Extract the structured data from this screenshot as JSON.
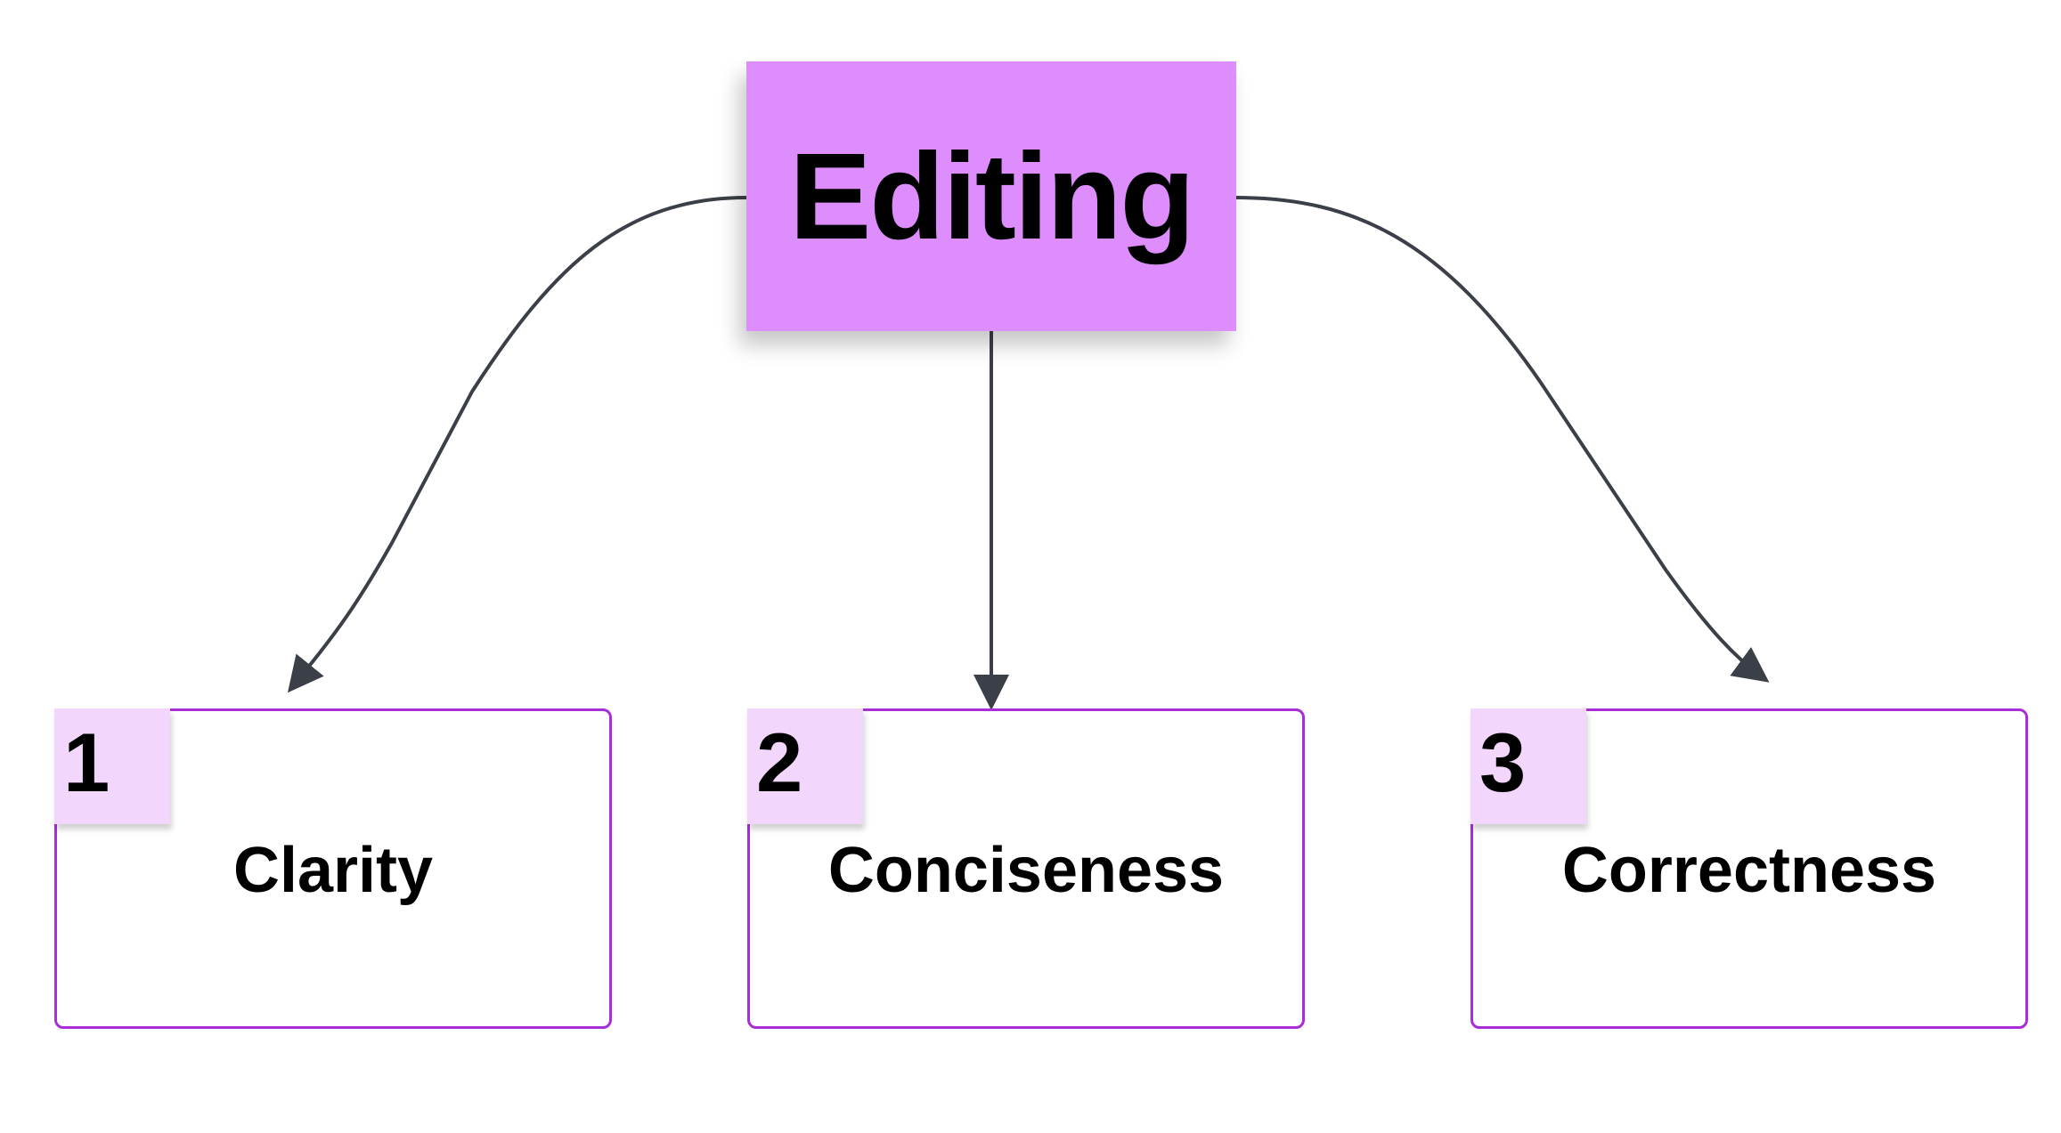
{
  "root": {
    "title": "Editing"
  },
  "cards": [
    {
      "number": "1",
      "label": "Clarity"
    },
    {
      "number": "2",
      "label": "Conciseness"
    },
    {
      "number": "3",
      "label": "Correctness"
    }
  ],
  "colors": {
    "root_fill": "#dd8dfc",
    "card_border": "#a82ed8",
    "number_tag_fill": "#f2d6fc",
    "connector": "#3b3f47"
  }
}
